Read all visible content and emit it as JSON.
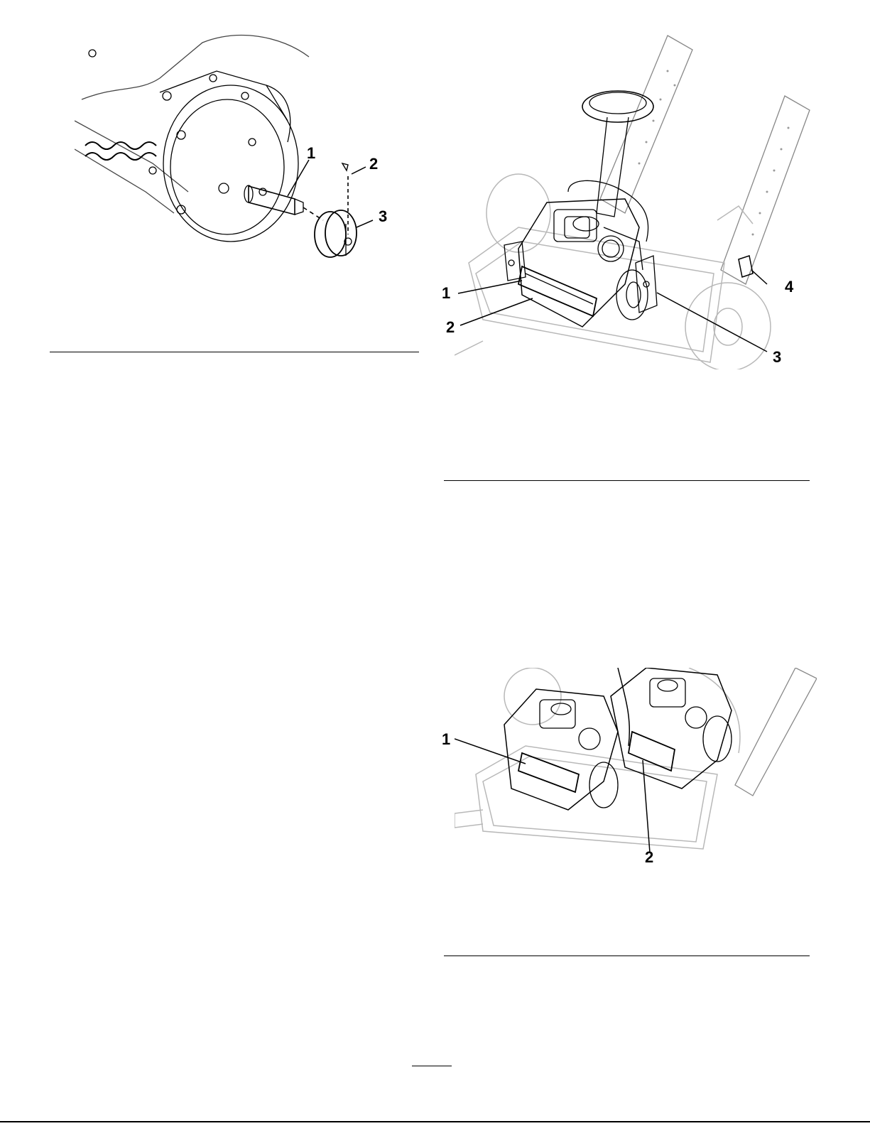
{
  "figures": [
    {
      "id": "fig-reel-motor-cover",
      "callouts": [
        "1",
        "2",
        "3"
      ]
    },
    {
      "id": "fig-trailer-unit",
      "callouts": [
        "1",
        "2",
        "4",
        "3"
      ]
    },
    {
      "id": "fig-two-units",
      "callouts": [
        "1",
        "2"
      ]
    }
  ],
  "colors": {
    "line": "#000000",
    "light_line": "#b8b8b8",
    "paper": "#ffffff"
  }
}
